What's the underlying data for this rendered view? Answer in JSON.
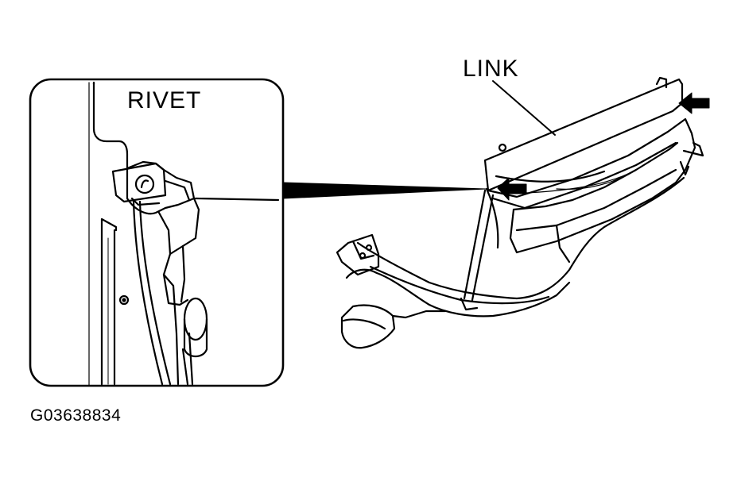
{
  "labels": {
    "rivet": "RIVET",
    "link": "LINK",
    "figure_id": "G03638834"
  },
  "icons": {
    "pointer_arrows": "solid-arrow",
    "callout": "callout-wedge"
  },
  "colors": {
    "ink": "#000000",
    "paper": "#ffffff"
  }
}
